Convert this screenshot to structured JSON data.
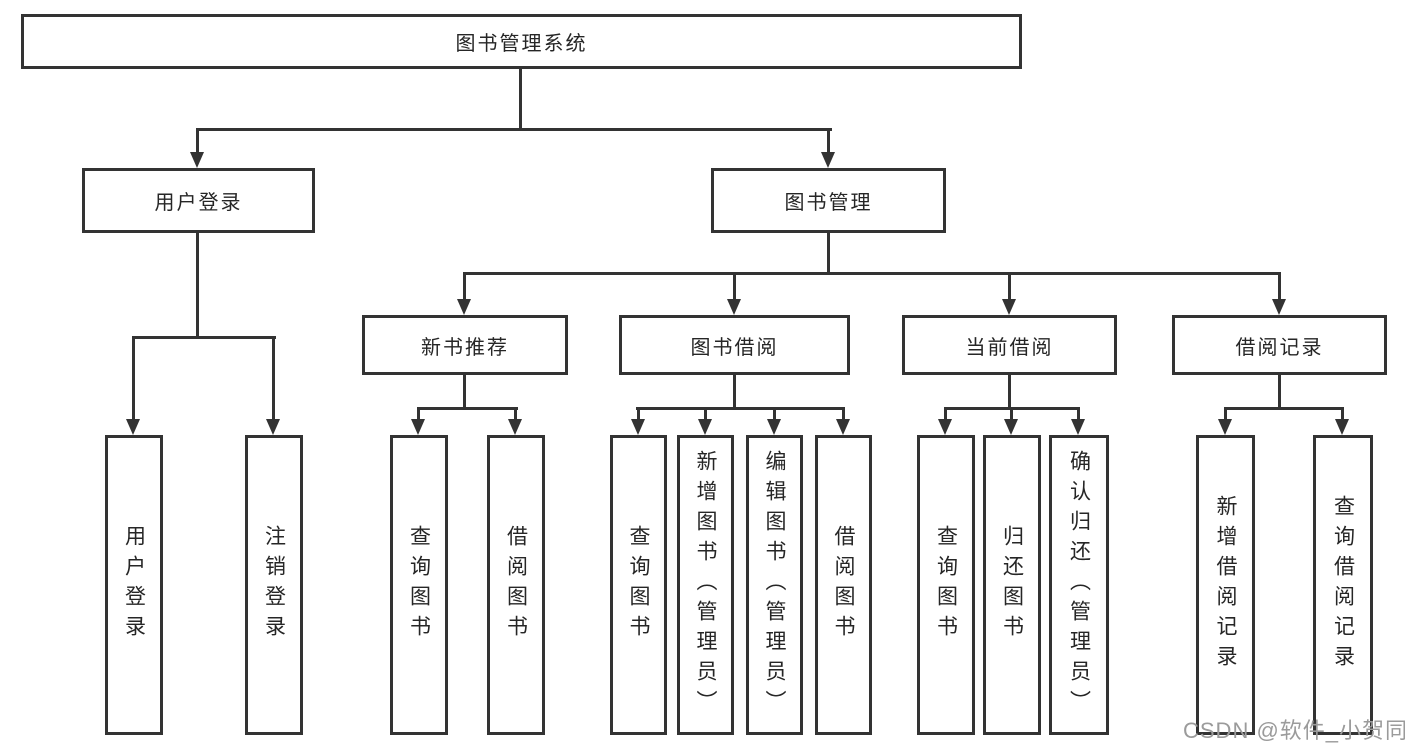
{
  "diagram": {
    "title": "图书管理系统",
    "root": {
      "label": "图书管理系统"
    },
    "level1": {
      "user_login": {
        "label": "用户登录"
      },
      "book_mgmt": {
        "label": "图书管理"
      }
    },
    "level2": {
      "new_book_rec": {
        "label": "新书推荐"
      },
      "book_borrow": {
        "label": "图书借阅"
      },
      "current_borrow": {
        "label": "当前借阅"
      },
      "borrow_record": {
        "label": "借阅记录"
      }
    },
    "leaves": {
      "user_login": {
        "label": "用户登录"
      },
      "logout": {
        "label": "注销登录"
      },
      "rec_query_book": {
        "label": "查询图书"
      },
      "rec_borrow_book": {
        "label": "借阅图书"
      },
      "bor_query_book": {
        "label": "查询图书"
      },
      "bor_add_book": {
        "label": "新增图书（管理员）"
      },
      "bor_edit_book": {
        "label": "编辑图书（管理员）"
      },
      "bor_borrow_book": {
        "label": "借阅图书"
      },
      "cur_query_book": {
        "label": "查询图书"
      },
      "cur_return_book": {
        "label": "归还图书"
      },
      "cur_confirm_return": {
        "label": "确认归还（管理员）"
      },
      "hist_add_record": {
        "label": "新增借阅记录"
      },
      "hist_query_record": {
        "label": "查询借阅记录"
      }
    }
  },
  "watermark": {
    "text": "CSDN @软件_小贺同学"
  },
  "colors": {
    "line": "#333333",
    "text": "#262626",
    "watermark": "#9b9b9b",
    "background": "#ffffff"
  }
}
